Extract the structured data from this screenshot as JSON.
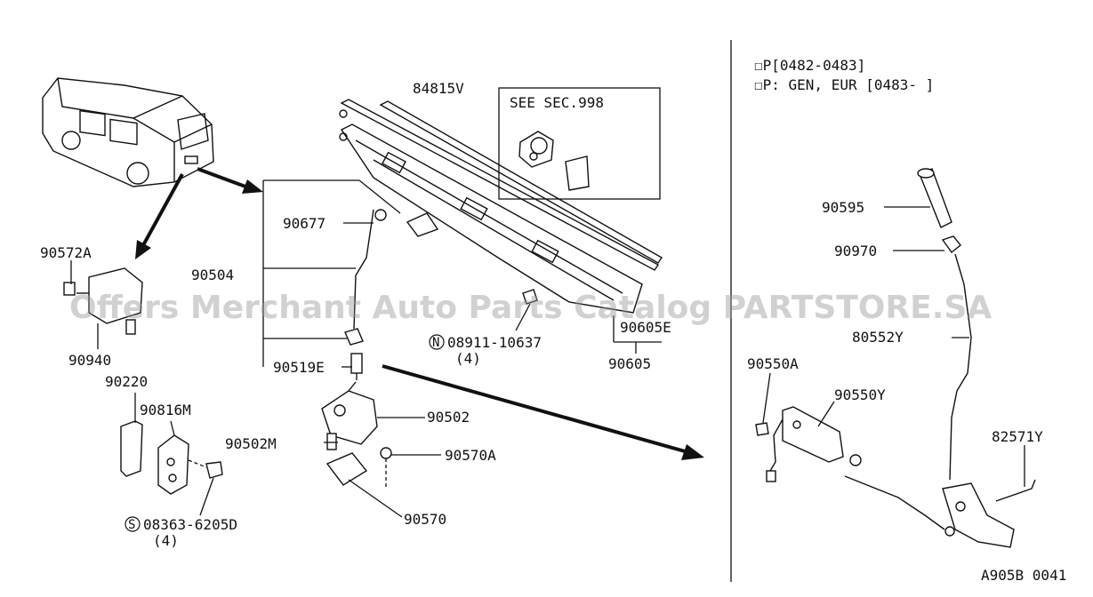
{
  "applicability": {
    "line1": "☐P[0482-0483]",
    "line2": "☐P: GEN, EUR [0483-    ]"
  },
  "see_section": "SEE SEC.998",
  "watermark": "Offers Merchant Auto Parts Catalog PARTSTORE.SA",
  "figure_code": "A905B 0041",
  "parts": {
    "p84815V": "84815V",
    "p90677": "90677",
    "p90504": "90504",
    "p90519E": "90519E",
    "p90572A": "90572A",
    "p90940": "90940",
    "p90220": "90220",
    "p90816M": "90816M",
    "p08363": "08363-6205D",
    "p08363_qty": "(4)",
    "p08363_prefix": "S",
    "p08911": "08911-10637",
    "p08911_qty": "(4)",
    "p08911_prefix": "N",
    "p90605E": "90605E",
    "p90605": "90605",
    "p90502": "90502",
    "p90502M": "90502M",
    "p90570A": "90570A",
    "p90570": "90570",
    "p90595": "90595",
    "p90970": "90970",
    "p80552Y": "80552Y",
    "p90550A": "90550A",
    "p90550Y": "90550Y",
    "p82571Y": "82571Y"
  }
}
